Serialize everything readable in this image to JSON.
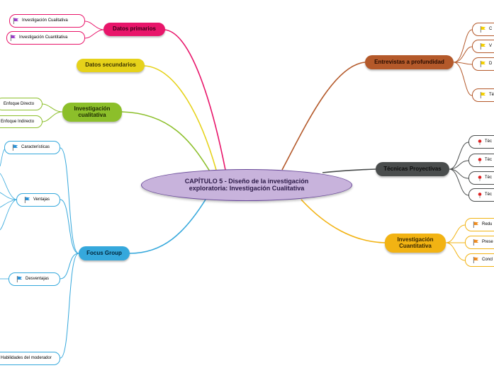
{
  "central": "CAPÍTULO 5 - Diseño de la investigación exploratoria: Investigación Cualitativa",
  "left": {
    "datos_primarios": {
      "label": "Datos primarios",
      "children": [
        "Investigación Cualitativa",
        "Investigación Cuantitativa"
      ]
    },
    "datos_secundarios": {
      "label": "Datos secundarios"
    },
    "investigacion_cualitativa": {
      "label": "Investigación cualitativa",
      "children": [
        "Enfoque Directo",
        "Enfoque Indirecto"
      ]
    },
    "focus_group": {
      "label": "Focus Group",
      "children": [
        "Características",
        "Ventajas",
        "Desventajas",
        "Habilidades del moderador"
      ]
    }
  },
  "right": {
    "entrevistas": {
      "label": "Entrevistas a profundidad",
      "children": [
        "C",
        "V",
        "D",
        "Té"
      ]
    },
    "tecnicas_proyectivas": {
      "label": "Técnicas Proyectivas",
      "children": [
        "Téc",
        "Téc",
        "Téc",
        "Téc"
      ]
    },
    "investigacion_cuantitativa": {
      "label": "Investigación Cuantitativa",
      "children": [
        "Redu",
        "Prese",
        "Concl"
      ]
    }
  },
  "colors": {
    "central_fill": "#c8b3dc",
    "central_border": "#6a4a9a",
    "datos_primarios": "#e8156a",
    "datos_secundarios": "#e6d21a",
    "investigacion_cualitativa": "#8cbf2a",
    "focus_group": "#35a8dc",
    "entrevistas": "#b4592a",
    "tecnicas_proyectivas": "#4a4d4d",
    "investigacion_cuantitativa": "#f2b313",
    "flag_purple": "#9b3fc8",
    "flag_yellow": "#f5d000",
    "flag_blue": "#2a92d8",
    "flag_orange": "#f08c1e",
    "pin_red": "#e02020"
  }
}
